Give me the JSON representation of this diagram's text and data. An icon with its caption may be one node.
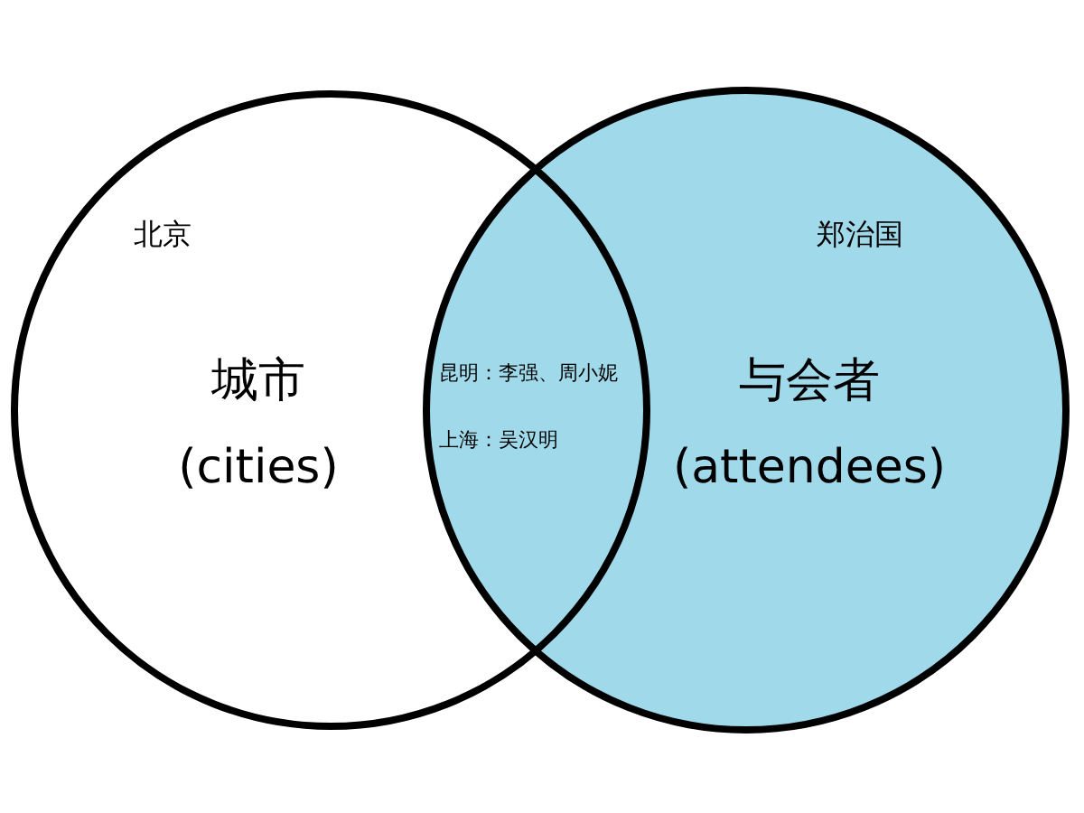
{
  "diagram": {
    "nodes": [
      {
        "text": [
          "城市 (cities)"
        ]
      },
      {
        "text": [
          "与会者 (attendees)"
        ]
      }
    ],
    "edges": [],
    "labels": [
      "北京",
      "郑治国",
      "昆明：李强、周小妮",
      "上海：吴汉明"
    ]
  }
}
